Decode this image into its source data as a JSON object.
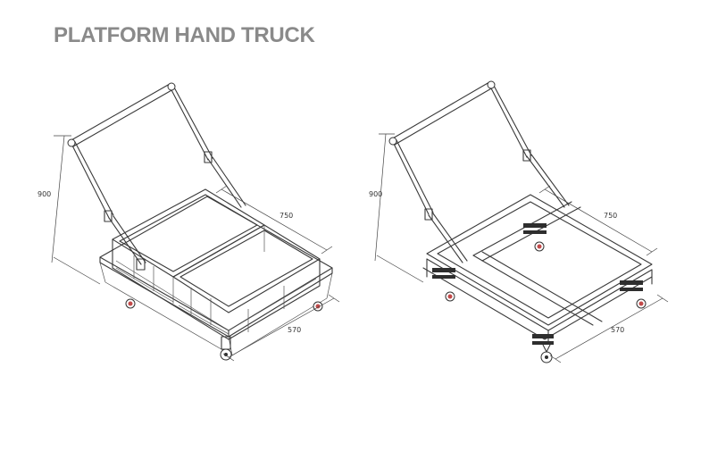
{
  "title": "PLATFORM HAND TRUCK",
  "left_view": {
    "height_label": "900",
    "depth_label": "750",
    "width_label": "570"
  },
  "right_view": {
    "height_label": "900",
    "depth_label": "750",
    "width_label": "570"
  },
  "colors": {
    "title": "#8a8a8a",
    "line": "#3a3a3a",
    "wheel_hub": "#c24a4a"
  }
}
